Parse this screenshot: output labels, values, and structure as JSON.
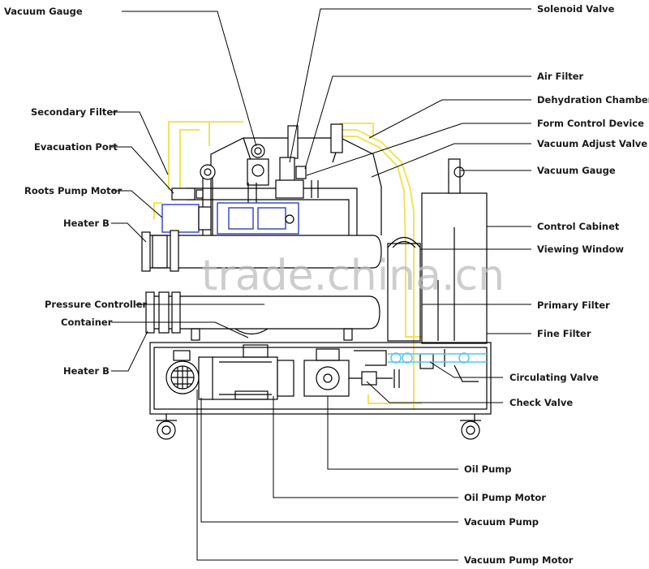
{
  "labels": {
    "vacuum_gauge_top": "Vacuum Gauge",
    "solenoid_valve": "Solenoid Valve",
    "air_filter": "Air Filter",
    "secondary_filter": "Secondary Filter",
    "dehydration_chamber": "Dehydration Chamber",
    "form_control_device": "Form Control Device",
    "evacuation_port": "Evacuation Port",
    "vacuum_adjust_valve": "Vacuum Adjust Valve",
    "vacuum_gauge_right": "Vacuum Gauge",
    "roots_pump_motor": "Roots Pump Motor",
    "heater_b_top": "Heater B",
    "control_cabinet": "Control Cabinet",
    "viewing_window": "Viewing Window",
    "pressure_controller": "Pressure Controller",
    "primary_filter": "Primary Filter",
    "container": "Container",
    "fine_filter": "Fine Filter",
    "heater_b_bottom": "Heater B",
    "circulating_valve": "Circulating Valve",
    "check_valve": "Check Valve",
    "oil_pump": "Oil Pump",
    "oil_pump_motor": "Oil Pump Motor",
    "vacuum_pump": "Vacuum Pump",
    "vacuum_pump_motor": "Vacuum Pump Motor"
  },
  "watermark": "trade.china.cn",
  "colors": {
    "line": "#000000",
    "yellow_piping": "#f1e35a",
    "cyan_piping": "#59c8e6",
    "blue_valves": "#2f3fc2"
  }
}
